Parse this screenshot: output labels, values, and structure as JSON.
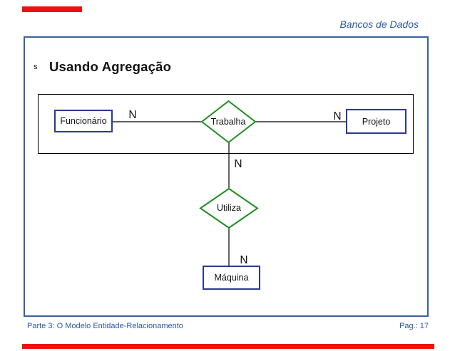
{
  "header": {
    "title": "Bancos de Dados"
  },
  "slide": {
    "bullet": "s",
    "title": "Usando Agregação"
  },
  "diagram": {
    "entities": {
      "funcionario": "Funcionário",
      "projeto": "Projeto",
      "maquina": "Máquina"
    },
    "relationships": {
      "trabalha": "Trabalha",
      "utiliza": "Utiliza"
    },
    "cardinalities": {
      "left": "N",
      "right": "N",
      "middle": "N",
      "bottom": "N"
    }
  },
  "footer": {
    "left": "Parte 3: O Modelo Entidade-Relacionamento",
    "right": "Pag.: 17"
  },
  "colors": {
    "accent_red": "#EE1111",
    "text_blue": "#2B57A8",
    "frame_border": "#3A5FA0",
    "entity_border": "#2B3990",
    "relation_border": "#1E8E1E"
  }
}
